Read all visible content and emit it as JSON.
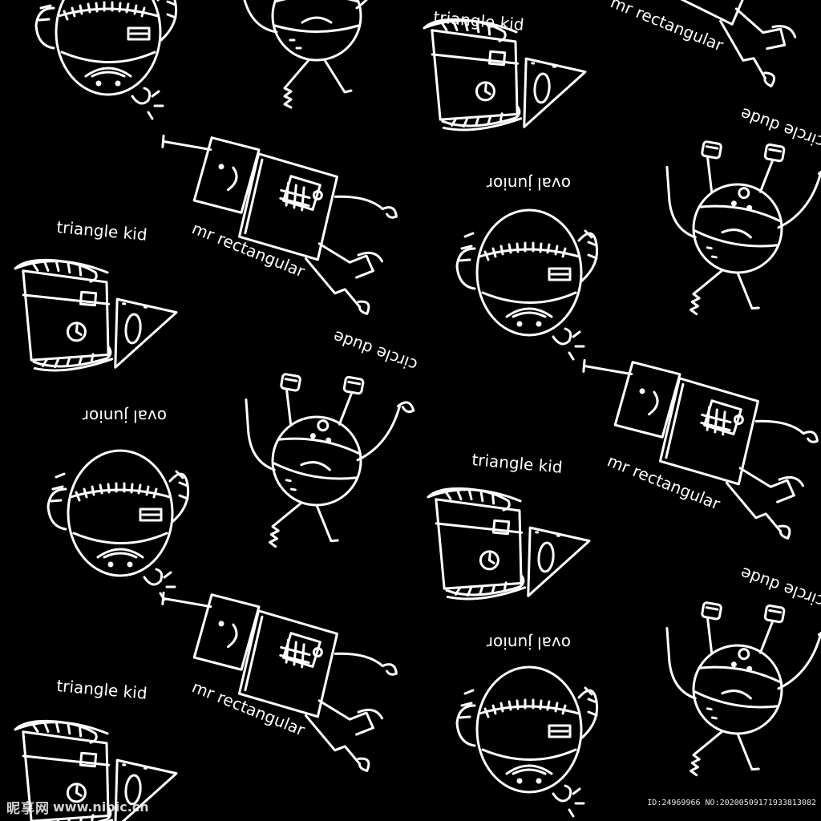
{
  "pattern": {
    "background_color": "#000000",
    "line_color": "#ffffff",
    "characters": {
      "triangle": "triangle kid",
      "rectangle": "mr rectangular",
      "oval": "oval junior",
      "circle": "circle dude"
    }
  },
  "watermark": {
    "site_name": "昵享网",
    "url": "www.nipic.cn",
    "stock_id": "ID:24969966 NO:20200509171933813082"
  }
}
